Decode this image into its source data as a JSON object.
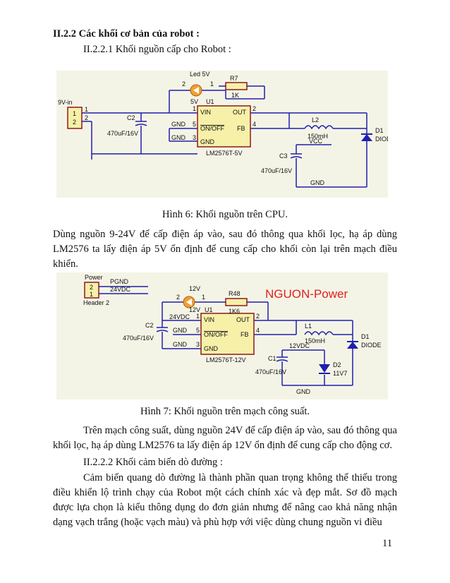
{
  "section_heading": "II.2.2  Các khối cơ bản của robot :",
  "subsection_1": "II.2.2.1  Khối nguồn cấp cho Robot :",
  "figure1": {
    "caption": "Hình 6: Khối nguồn trên CPU.",
    "labels": {
      "led": "Led 5V",
      "led_pin2": "2",
      "led_pin1": "1",
      "r7": "R7",
      "r7_val": "1K",
      "net_5v": "5V",
      "u1": "U1",
      "conn": "9V-in",
      "conn_p1": "1",
      "conn_p2": "2",
      "cp1": "1",
      "cp2": "2",
      "c2": "C2",
      "c2_val": "470uF/16V",
      "vin": "VIN",
      "out": "OUT",
      "onoff": "ON/OFF",
      "fb": "FB",
      "gnd_pin": "GND",
      "pin1": "1",
      "pin2": "2",
      "pin3": "3",
      "pin4": "4",
      "pin5": "5",
      "gnd_net1": "GND",
      "gnd_net2": "GND",
      "chip": "LM2576T-5V",
      "l2": "L2",
      "l2_val": "150mH",
      "d1": "D1",
      "d1_val": "DIODE",
      "c3": "C3",
      "c3_val": "470uF/16V",
      "vcc": "VCC",
      "gnd_bottom": "GND"
    }
  },
  "paragraph_1": "Dùng nguồn 9-24V để cấp điện áp vào, sau đó thông qua khối lọc, hạ áp dùng LM2576 ta lấy điện áp 5V ổn định để cung cấp cho khối còn lại trên mạch điều khiển.",
  "figure2": {
    "caption": "Hình 7: Khối nguồn trên mạch công suất.",
    "title": "NGUON-Power",
    "labels": {
      "power": "Power",
      "pgnd": "PGND",
      "v24dc": "24VDC",
      "hp2": "2",
      "hp1": "1",
      "header": "Header 2",
      "led": "12V",
      "led_pin2": "2",
      "led_pin1": "1",
      "r48": "R48",
      "r48_val": "1K6",
      "net_12v": "12V",
      "u1": "U1",
      "net_24vdc": "24VDC",
      "c2": "C2",
      "c2_val": "470uF/16V",
      "vin": "VIN",
      "out": "OUT",
      "onoff": "ON/OFF",
      "fb": "FB",
      "gnd_pin": "GND",
      "pin1": "1",
      "pin2": "2",
      "pin3": "3",
      "pin4": "4",
      "pin5": "5",
      "gnd_net1": "GND",
      "gnd_net2": "GND",
      "chip": "LM2576T-12V",
      "l1": "L1",
      "l1_val": "150mH",
      "d1": "D1",
      "d1_val": "DIODE",
      "c1": "C1",
      "net_12vdc": "12VDC",
      "c1_val": "470uF/16V",
      "d2": "D2",
      "d2_val": "11V7",
      "gnd_bottom": "GND"
    }
  },
  "paragraph_2": "Trên mạch công suất, dùng nguồn 24V để cấp điện áp vào, sau đó thông qua khối lọc, hạ áp dùng LM2576 ta lấy điện áp 12V ổn định để cung cấp cho động cơ.",
  "subsection_2": "II.2.2.2  Khối cảm biến dò đường :",
  "paragraph_3": "Cảm biến quang dò đường là thành phần quan trọng không thể thiếu trong điều khiển lộ trình chạy  của Robot một cách chính xác và đẹp mắt. Sơ đồ mạch được lựa chọn là kiểu thông dụng do đơn giản nhưng để nâng cao khả năng nhận dạng vạch trắng (hoặc vạch màu) và phù hợp với việc dùng chung nguồn vi điều",
  "page_number": "11",
  "colors": {
    "schematic_bg": "#f4f4e6",
    "wire": "#1f1fb0",
    "chip_fill": "#f6f0a8",
    "chip_border": "#8b1a1a",
    "led": "#f0a030",
    "title_red": "#e02020"
  }
}
